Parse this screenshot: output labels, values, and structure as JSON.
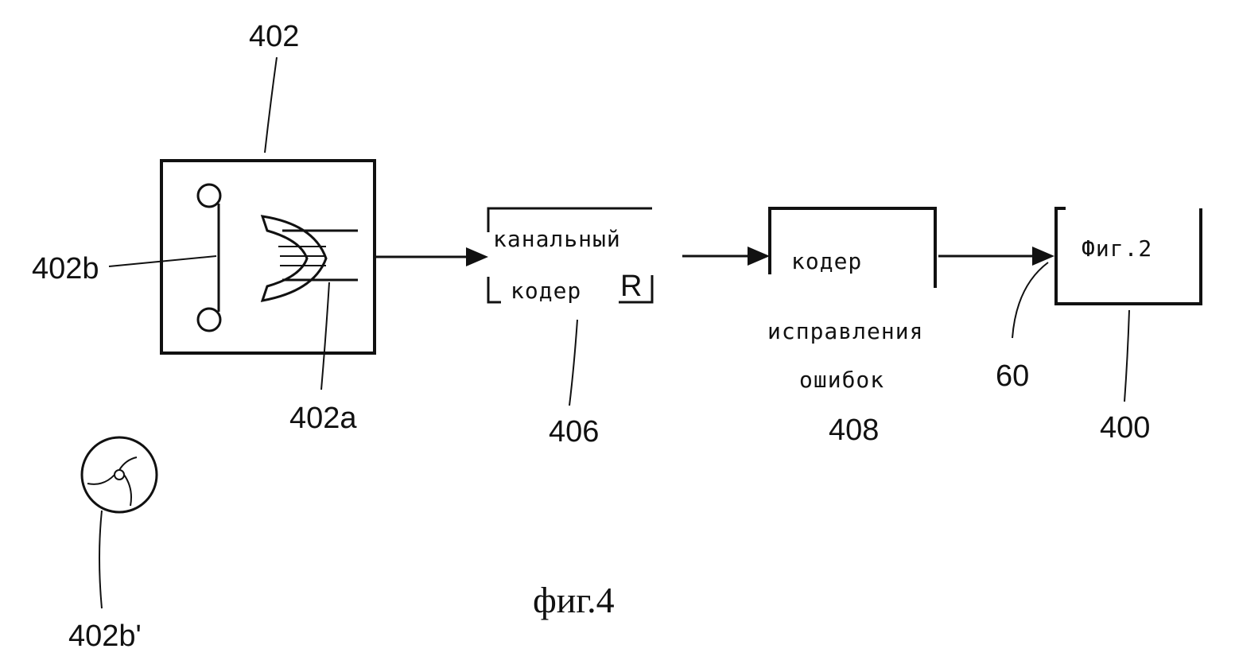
{
  "labels": {
    "ref_402": "402",
    "ref_402b": "402b",
    "ref_402a": "402a",
    "ref_406": "406",
    "ref_408": "408",
    "ref_400": "400",
    "ref_60": "60",
    "ref_402b_prime": "402b'"
  },
  "blocks": {
    "channel_coder_line1": "канальный",
    "channel_coder_line2": "кодер",
    "channel_coder_mark": "R",
    "ecc_coder_line1": "кодер",
    "ecc_coder_line2": "исправления",
    "ecc_coder_line3": "ошибок",
    "target_label": "Фиг.2"
  },
  "caption": "фиг.4",
  "colors": {
    "ink": "#111111",
    "background": "#ffffff"
  }
}
